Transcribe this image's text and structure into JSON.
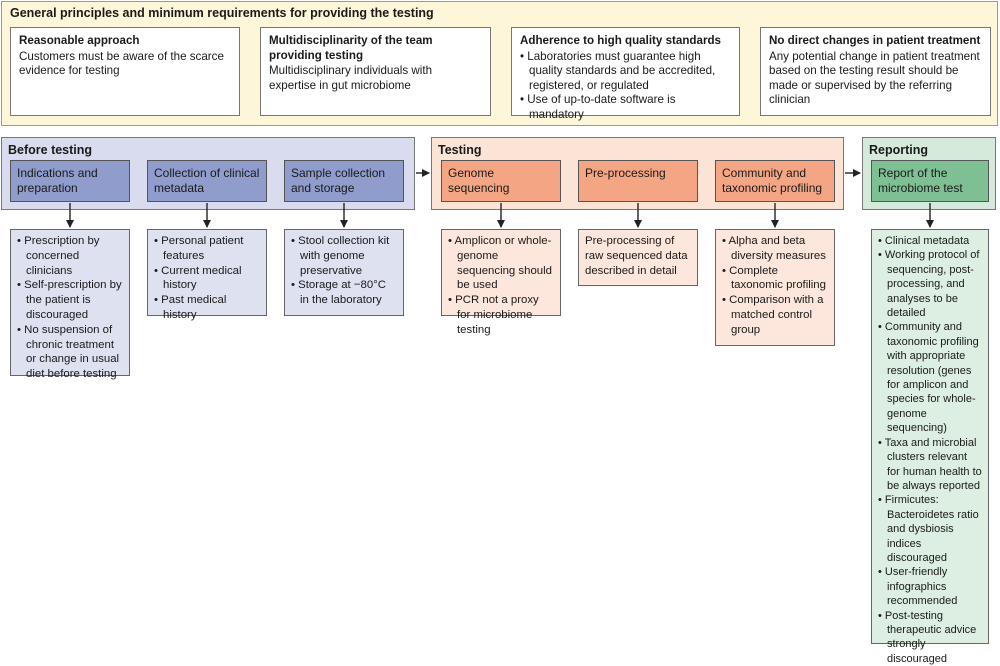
{
  "principles": {
    "title": "General principles and minimum requirements for providing the testing",
    "cards": [
      {
        "title": "Reasonable approach",
        "lines": [
          "Customers must be aware of the scarce evidence for testing"
        ],
        "bullets": []
      },
      {
        "title": "Multidisciplinarity of the team providing testing",
        "lines": [
          "Multidisciplinary individuals with expertise in gut microbiome"
        ],
        "bullets": []
      },
      {
        "title": "Adherence to high quality standards",
        "lines": [],
        "bullets": [
          "Laboratories must guarantee high quality standards and be accredited, registered, or regulated",
          "Use of up-to-date software is mandatory"
        ]
      },
      {
        "title": "No direct changes in patient treatment",
        "lines": [
          "Any potential change in patient treatment based on the testing result should be made or supervised by the referring clinician"
        ],
        "bullets": []
      }
    ]
  },
  "stages": {
    "before": {
      "title": "Before testing"
    },
    "testing": {
      "title": "Testing"
    },
    "reporting": {
      "title": "Reporting"
    }
  },
  "steps": [
    {
      "label": "Indications and preparation",
      "details": [
        "Prescription by concerned clinicians",
        "Self-prescription by the patient is discouraged",
        "No suspension of chronic treatment or change in usual diet before testing"
      ]
    },
    {
      "label": "Collection of clinical metadata",
      "details": [
        "Personal patient features",
        "Current medical history",
        "Past medical history"
      ]
    },
    {
      "label": "Sample collection and storage",
      "details": [
        "Stool collection kit with genome preservative",
        "Storage at −80°C in the laboratory"
      ]
    },
    {
      "label": "Genome sequencing",
      "details": [
        "Amplicon or whole-genome sequencing should be used",
        "PCR not a proxy for microbiome testing"
      ]
    },
    {
      "label": "Pre-processing",
      "details": [
        "Pre-processing of raw sequenced data described in detail"
      ]
    },
    {
      "label": "Community and taxonomic profiling",
      "details": [
        "Alpha and beta diversity measures",
        "Complete taxonomic profiling",
        "Comparison with a matched control group"
      ]
    },
    {
      "label": "Report of the microbiome test",
      "details": [
        "Clinical metadata",
        "Working protocol of sequencing, post-processing, and analyses to be detailed",
        "Community and taxonomic profiling with appropriate resolution (genes for amplicon and species for whole-genome sequencing)",
        "Taxa and microbial clusters relevant for human health to be always reported",
        "Firmicutes: Bacteroidetes ratio and dysbiosis indices discouraged",
        "User-friendly infographics recommended",
        "Post-testing therapeutic advice strongly discouraged"
      ]
    }
  ],
  "colors": {
    "before": "#8f9ccc",
    "testing": "#f4a584",
    "reporting": "#7fbf94",
    "principles": "#fdf6d8"
  }
}
